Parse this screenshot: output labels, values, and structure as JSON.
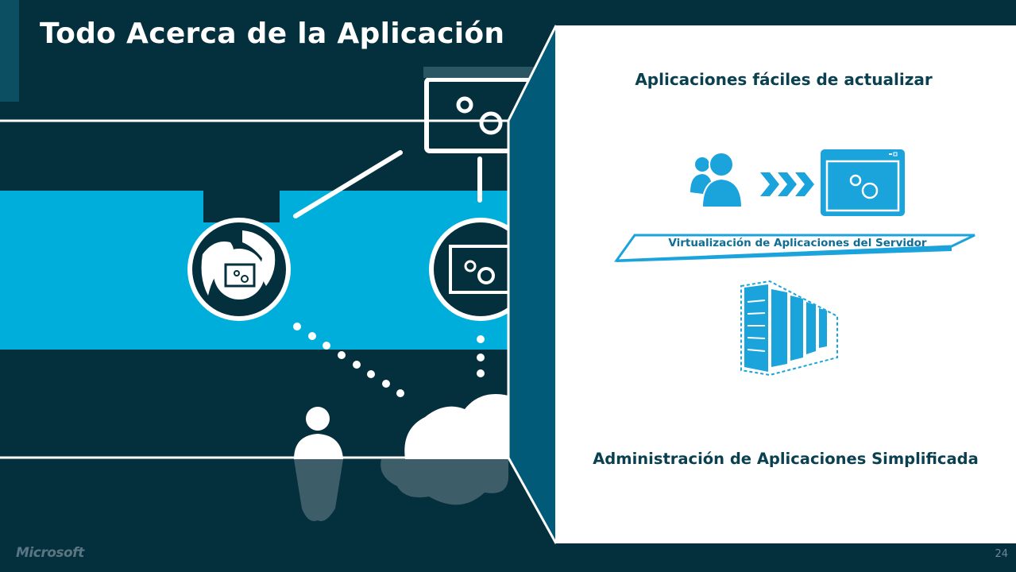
{
  "slide": {
    "title": "Todo Acerca de la Aplicación",
    "page_number": "24"
  },
  "panel": {
    "heading_top": "Aplicaciones fáciles de actualizar",
    "platform_label": "Virtualización de Aplicaciones del Servidor",
    "heading_bottom": "Administración de Aplicaciones Simplificada"
  },
  "footer": {
    "logo_text": "Microsoft"
  },
  "icons": {
    "globe": "globe-app-icon",
    "app_window": "app-window-gears-icon",
    "users": "users-icon",
    "arrows": "chevrons-right-icon",
    "server": "server-rack-icon",
    "cloud": "cloud-icon",
    "person": "person-icon"
  },
  "colors": {
    "background": "#042f3c",
    "band": "#00aedb",
    "panel_side": "#005a78",
    "accent_blue": "#1ba3dc",
    "heading": "#0a4050"
  }
}
